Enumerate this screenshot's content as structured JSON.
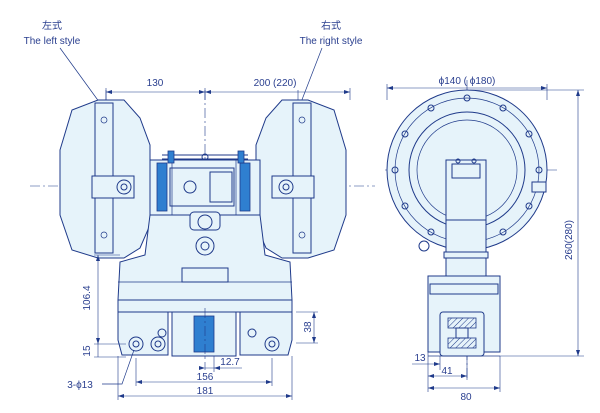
{
  "labels": {
    "left_cn": "左式",
    "left_en": "The left style",
    "right_cn": "右式",
    "right_en": "The right style"
  },
  "dimensions": {
    "width_left": "130",
    "width_right": "200 (220)",
    "height_106": "106.4",
    "height_15": "15",
    "hole_spec": "3-ϕ13",
    "w_156": "156",
    "w_181": "181",
    "w_12_7": "12.7",
    "h_38": "38",
    "diameter": "ϕ140 ( ϕ180)",
    "height_total": "260(280)",
    "w_13": "13",
    "w_41": "41",
    "w_80": "80"
  },
  "colors": {
    "line": "#1f3a8a",
    "fill": "#e6f3fa",
    "coil": "#2f7fd0"
  }
}
